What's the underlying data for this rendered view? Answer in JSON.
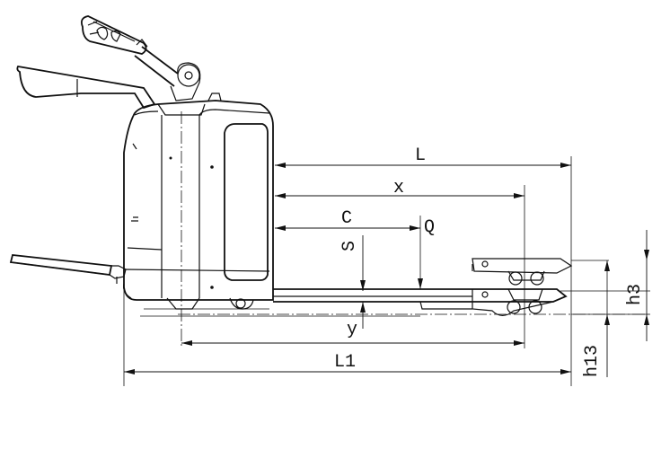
{
  "labels": {
    "L": "L",
    "x": "x",
    "C": "C",
    "Q": "Q",
    "S": "S",
    "y": "y",
    "L1": "L1",
    "h3": "h3",
    "h13": "h13"
  }
}
